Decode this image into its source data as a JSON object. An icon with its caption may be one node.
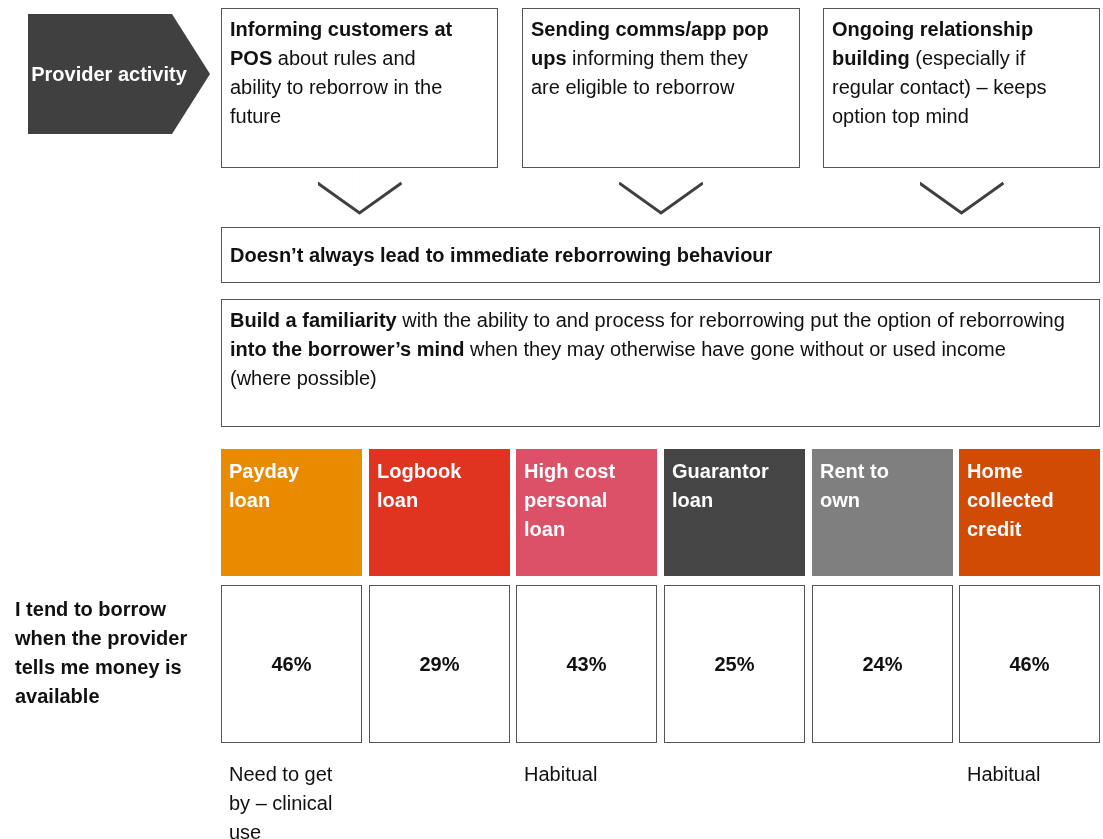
{
  "diagram": {
    "nodes": [
      {
        "text": [
          "Provider activity"
        ]
      },
      {
        "text": [
          "**Informing customers at POS** about rules and ability to reborrow in the future"
        ]
      },
      {
        "text": [
          "**Sending comms/app pop ups** informing them they are eligible to reborrow"
        ]
      },
      {
        "text": [
          "**Ongoing relationship building** (especially if regular contact) – keeps option top mind"
        ]
      },
      {
        "text": [
          "Doesn’t always lead to immediate reborrowing behaviour"
        ]
      },
      {
        "text": [
          "**Build a familiarity** with the ability to and process for reborrowing put the option of reborrowing **into the borrower’s mind** when they may otherwise have gone without or used income (where possible)"
        ]
      },
      {
        "text": [
          "Payday loan"
        ]
      },
      {
        "text": [
          "Logbook loan"
        ]
      },
      {
        "text": [
          "High cost personal loan"
        ]
      },
      {
        "text": [
          "Guarantor loan"
        ]
      },
      {
        "text": [
          "Rent to own"
        ]
      },
      {
        "text": [
          "Home collected credit"
        ]
      },
      {
        "text": [
          "46%"
        ]
      },
      {
        "text": [
          "29%"
        ]
      },
      {
        "text": [
          "43%"
        ]
      },
      {
        "text": [
          "25%"
        ]
      },
      {
        "text": [
          "24%"
        ]
      },
      {
        "text": [
          "46%"
        ]
      }
    ],
    "edges": [
      {
        "from": 1,
        "to": 4,
        "arrow": "to"
      },
      {
        "from": 2,
        "to": 4,
        "arrow": "to"
      },
      {
        "from": 3,
        "to": 4,
        "arrow": "to"
      }
    ],
    "labels": [
      "I tend to borrow when the provider tells me money is available",
      "Need to get by – clinical use",
      "Habitual",
      "Habitual"
    ]
  }
}
